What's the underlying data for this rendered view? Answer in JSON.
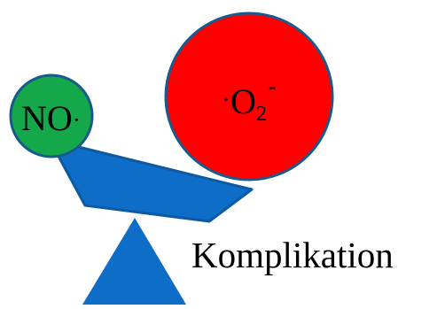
{
  "diagram": {
    "left_species": {
      "text": "NO",
      "radical_dot": "·",
      "fill_color": "#14a84b",
      "stroke_color": "#175a8c"
    },
    "right_species": {
      "radical_dot": "·",
      "element": "O",
      "subscript": "2",
      "superscript": "-",
      "fill_color": "#ff0000",
      "stroke_color": "#175a8c"
    },
    "scale": {
      "beam_color": "#0e6dc7",
      "beam_stroke_color": "#0b5aa3",
      "fulcrum_color": "#0e6dc7",
      "tilt": "right-side-down"
    },
    "caption": "Komplikation"
  }
}
